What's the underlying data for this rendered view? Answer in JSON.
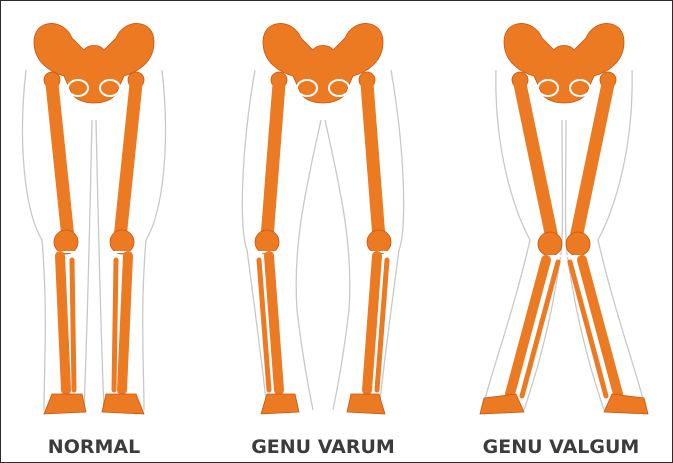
{
  "figures": [
    {
      "caption": "NORMAL"
    },
    {
      "caption": "GENU VARUM"
    },
    {
      "caption": "GENU VALGUM"
    }
  ],
  "colors": {
    "bone": "#ec7a22",
    "caption_text": "#3c3c3c",
    "body_outline": "#c8c8c8",
    "frame_border": "#2b2b2b"
  }
}
